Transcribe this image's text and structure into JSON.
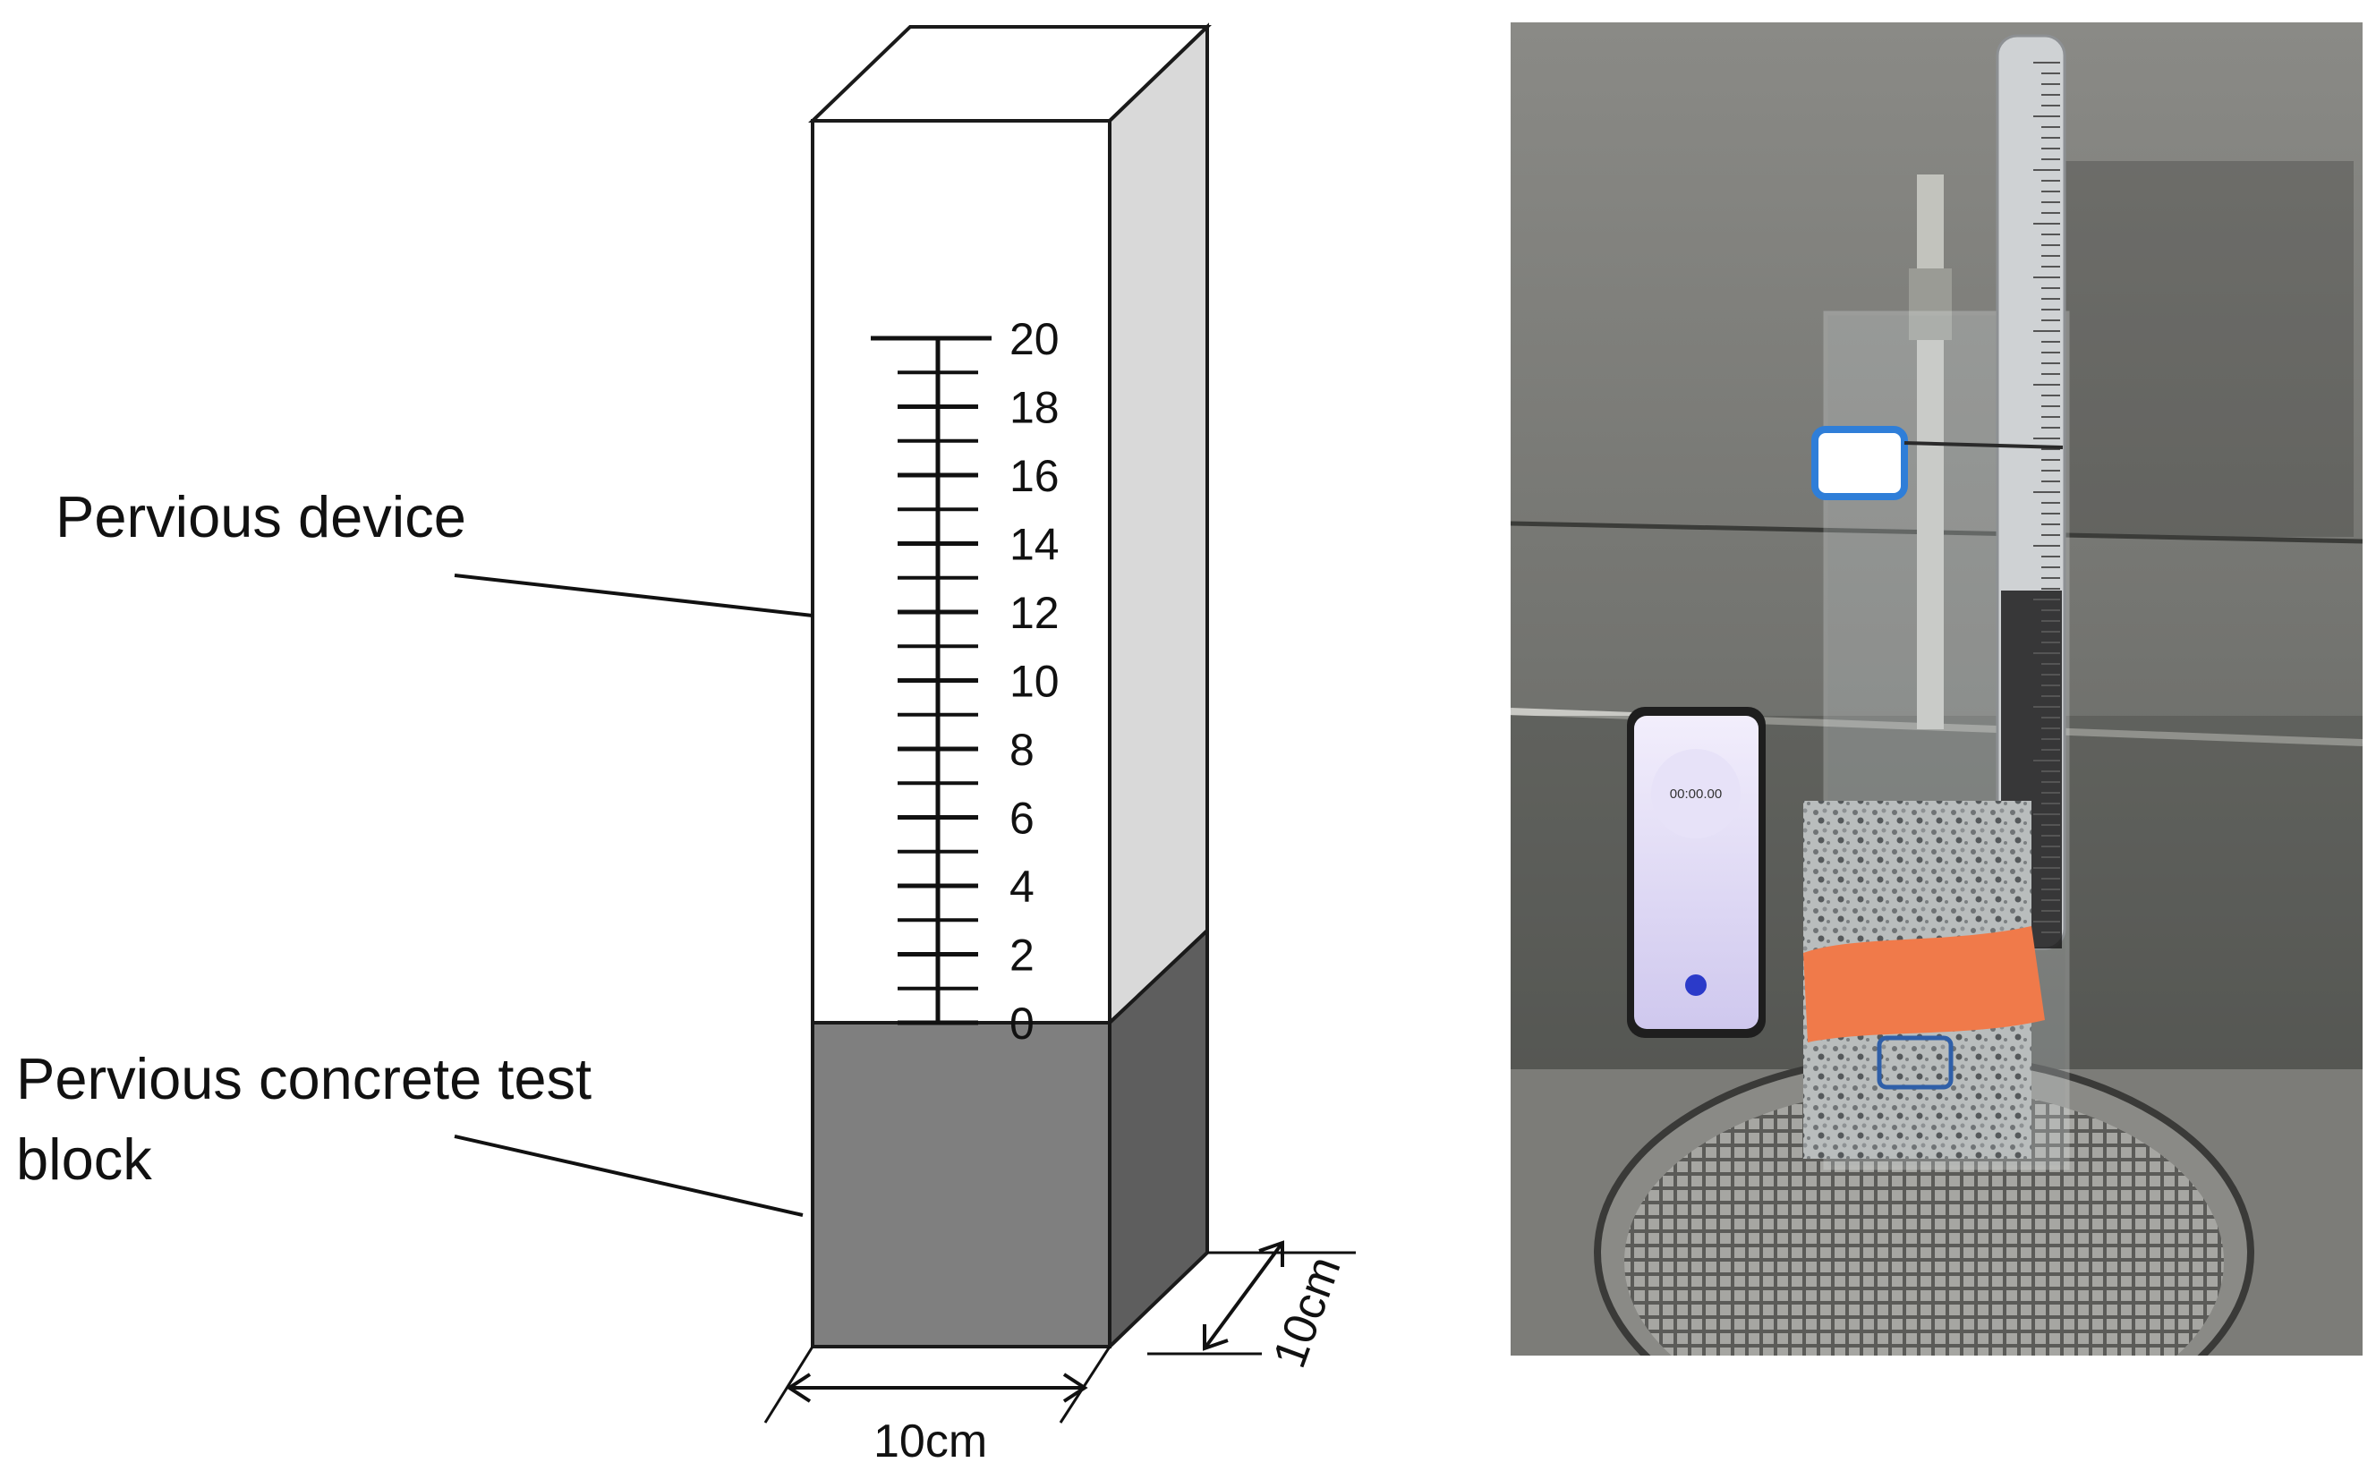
{
  "diagram": {
    "callouts": {
      "device_label": "Pervious device",
      "block_label_line1": "Pervious concrete test",
      "block_label_line2": "block"
    },
    "dimensions": {
      "width_label": "10cm",
      "depth_label": "10cm"
    },
    "scale": {
      "labels": [
        "20",
        "18",
        "16",
        "14",
        "12",
        "10",
        "8",
        "6",
        "4",
        "2",
        "0"
      ],
      "minor_ticks_per_major": 1
    },
    "colors": {
      "device_front": "#ffffff",
      "device_side": "#d9d9d9",
      "block_front": "#7f7f7f",
      "block_side": "#5e5e5e",
      "outline": "#1a1a1a"
    }
  },
  "photo": {
    "stopwatch_display": "00:00.00",
    "colors": {
      "wall": "#7a7a76",
      "tape": "#f07a4a",
      "ruler": "#cfd2d4",
      "sieve": "#8a8a86"
    }
  }
}
